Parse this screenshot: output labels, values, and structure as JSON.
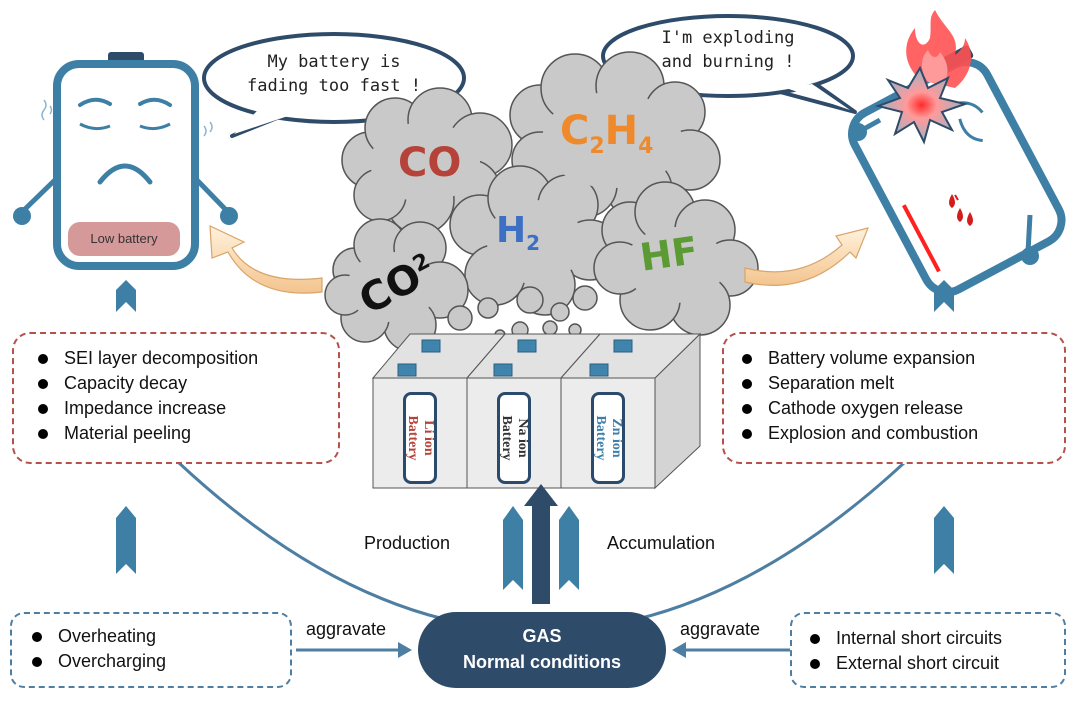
{
  "left_character": {
    "speech": [
      "My battery is",
      "fading too fast !"
    ],
    "status_label": "Low battery"
  },
  "right_character": {
    "speech": [
      "I'm exploding",
      "and burning !"
    ]
  },
  "gases": [
    "CO",
    "C2H4",
    "H2",
    "HF",
    "CO2"
  ],
  "gas_colors": {
    "CO": "#b5433a",
    "C2H4": "#ef8a2c",
    "H2": "#3d6fc2",
    "HF": "#5c9a34",
    "CO2": "#111111"
  },
  "batteries": [
    {
      "line1": "Li ion",
      "line2": "Battery",
      "color": "#b5433a"
    },
    {
      "line1": "Na ion",
      "line2": "Battery",
      "color": "#333333"
    },
    {
      "line1": "Zn ion",
      "line2": "Battery",
      "color": "#3d7fa8"
    }
  ],
  "left_effects": [
    "SEI layer decomposition",
    "Capacity decay",
    "Impedance increase",
    "Material peeling"
  ],
  "right_effects": [
    "Battery volume expansion",
    "Separation melt",
    "Cathode oxygen release",
    "Explosion and combustion"
  ],
  "left_causes": [
    "Overheating",
    "Overcharging"
  ],
  "right_causes": [
    "Internal short circuits",
    "External short circuit"
  ],
  "center": {
    "title": "GAS",
    "subtitle": "Normal conditions"
  },
  "flow_labels": {
    "production": "Production",
    "accumulation": "Accumulation",
    "aggravate_left": "aggravate",
    "aggravate_right": "aggravate"
  },
  "colors": {
    "arrow_blue": "#4e7fa3",
    "dark_navy": "#2f4b6a",
    "red_dash": "#b5504a",
    "cloud": "#c9c9c9",
    "battery_outline": "#3e7fa6"
  }
}
